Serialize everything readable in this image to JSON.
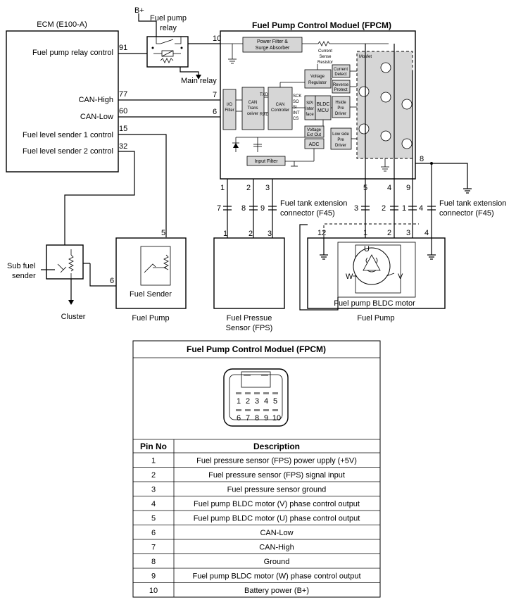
{
  "ecm": {
    "title": "ECM (E100-A)",
    "pins": [
      {
        "pin": "91",
        "label": "Fuel pump relay control"
      },
      {
        "pin": "77",
        "label": "CAN-High"
      },
      {
        "pin": "60",
        "label": "CAN-Low"
      },
      {
        "pin": "15",
        "label": "Fuel level sender 1 control"
      },
      {
        "pin": "32",
        "label": "Fuel level sender 2 control"
      }
    ]
  },
  "relay": {
    "battery_label": "B+",
    "title_line1": "Fuel pump",
    "title_line2": "relay",
    "main_relay_label": "Main relay"
  },
  "fpcm": {
    "title": "Fuel Pump Control Moduel (FPCM)",
    "pin_labels": {
      "p10": "10",
      "p7": "7",
      "p6": "6",
      "p1": "1",
      "p2": "2",
      "p3": "3",
      "p5": "5",
      "p4": "4",
      "p9": "9",
      "p8": "8"
    },
    "blocks": {
      "power_filter_1": "Power Filter &",
      "power_filter_2": "Surge Absorber",
      "sense_1": "Current",
      "sense_2": "Sense",
      "sense_3": "Resistor",
      "io_1": "I/O",
      "io_2": "Filter",
      "can_trans_1": "CAN",
      "can_trans_2": "Trans",
      "can_trans_3": "ceiver",
      "can_ctrl_1": "CAN",
      "can_ctrl_2": "Controller",
      "txd": "TXD",
      "rxd": "RXD",
      "sck": "SCK",
      "so": "SO",
      "si": "SI",
      "int": "INT",
      "cs": "CS",
      "spi_1": "SPI",
      "spi_2": "Inter",
      "spi_3": "face",
      "mcu_1": "BLDC",
      "mcu_2": "MCU",
      "vreg_1": "Voltage",
      "vreg_2": "Regulator",
      "cur_1": "Current",
      "cur_2": "Detect",
      "rev_1": "Reverse",
      "rev_2": "Protect",
      "hs_1": "Hside",
      "hs_2": "Pre",
      "hs_3": "Driver",
      "vext_1": "Voltage",
      "vext_2": "Ext Out",
      "adc": "ADC",
      "ls_1": "Low side",
      "ls_2": "Pre",
      "ls_3": "Driver",
      "mosfet": "Mosfet",
      "input_filter": "Input Filter"
    }
  },
  "connector_left": {
    "p7": "7",
    "p8": "8",
    "p9": "9",
    "label_1": "Fuel tank extension",
    "label_2": "connector (F45)"
  },
  "connector_right": {
    "p3": "3",
    "p2": "2",
    "p1": "1",
    "p4": "4",
    "label_1": "Fuel tank extension",
    "label_2": "connector (F45)"
  },
  "sub_sender": {
    "label_1": "Sub fuel",
    "label_2": "sender",
    "cluster_label": "Cluster",
    "pin": "6"
  },
  "fuel_pump_left": {
    "pin_label": "5",
    "inner_label": "Fuel Sender",
    "label": "Fuel Pump"
  },
  "fps": {
    "pins": [
      "1",
      "2",
      "3"
    ],
    "label_1": "Fuel Pressue",
    "label_2": "Sensor (FPS)"
  },
  "fuel_pump_right": {
    "pin_12": "12",
    "pin_1": "1",
    "pin_2": "2",
    "pin_3": "3",
    "pin_4": "4",
    "phase_u": "U",
    "phase_w": "W",
    "phase_v": "V",
    "motor_label": "Fuel pump BLDC motor",
    "label": "Fuel Pump"
  },
  "pin_table": {
    "title": "Fuel Pump Control Moduel (FPCM)",
    "connector_pins": [
      "1",
      "2",
      "3",
      "4",
      "5",
      "6",
      "7",
      "8",
      "9",
      "10"
    ],
    "headers": [
      "Pin No",
      "Description"
    ],
    "rows": [
      {
        "pin": "1",
        "desc": "Fuel pressure sensor (FPS) power upply (+5V)"
      },
      {
        "pin": "2",
        "desc": "Fuel pressure sensor (FPS) signal input"
      },
      {
        "pin": "3",
        "desc": "Fuel pressure sensor ground"
      },
      {
        "pin": "4",
        "desc": "Fuel pump BLDC motor (V) phase control output"
      },
      {
        "pin": "5",
        "desc": "Fuel pump BLDC motor (U) phase control output"
      },
      {
        "pin": "6",
        "desc": "CAN-Low"
      },
      {
        "pin": "7",
        "desc": "CAN-High"
      },
      {
        "pin": "8",
        "desc": "Ground"
      },
      {
        "pin": "9",
        "desc": "Fuel pump BLDC motor (W) phase control output"
      },
      {
        "pin": "10",
        "desc": "Battery power (B+)"
      }
    ]
  }
}
